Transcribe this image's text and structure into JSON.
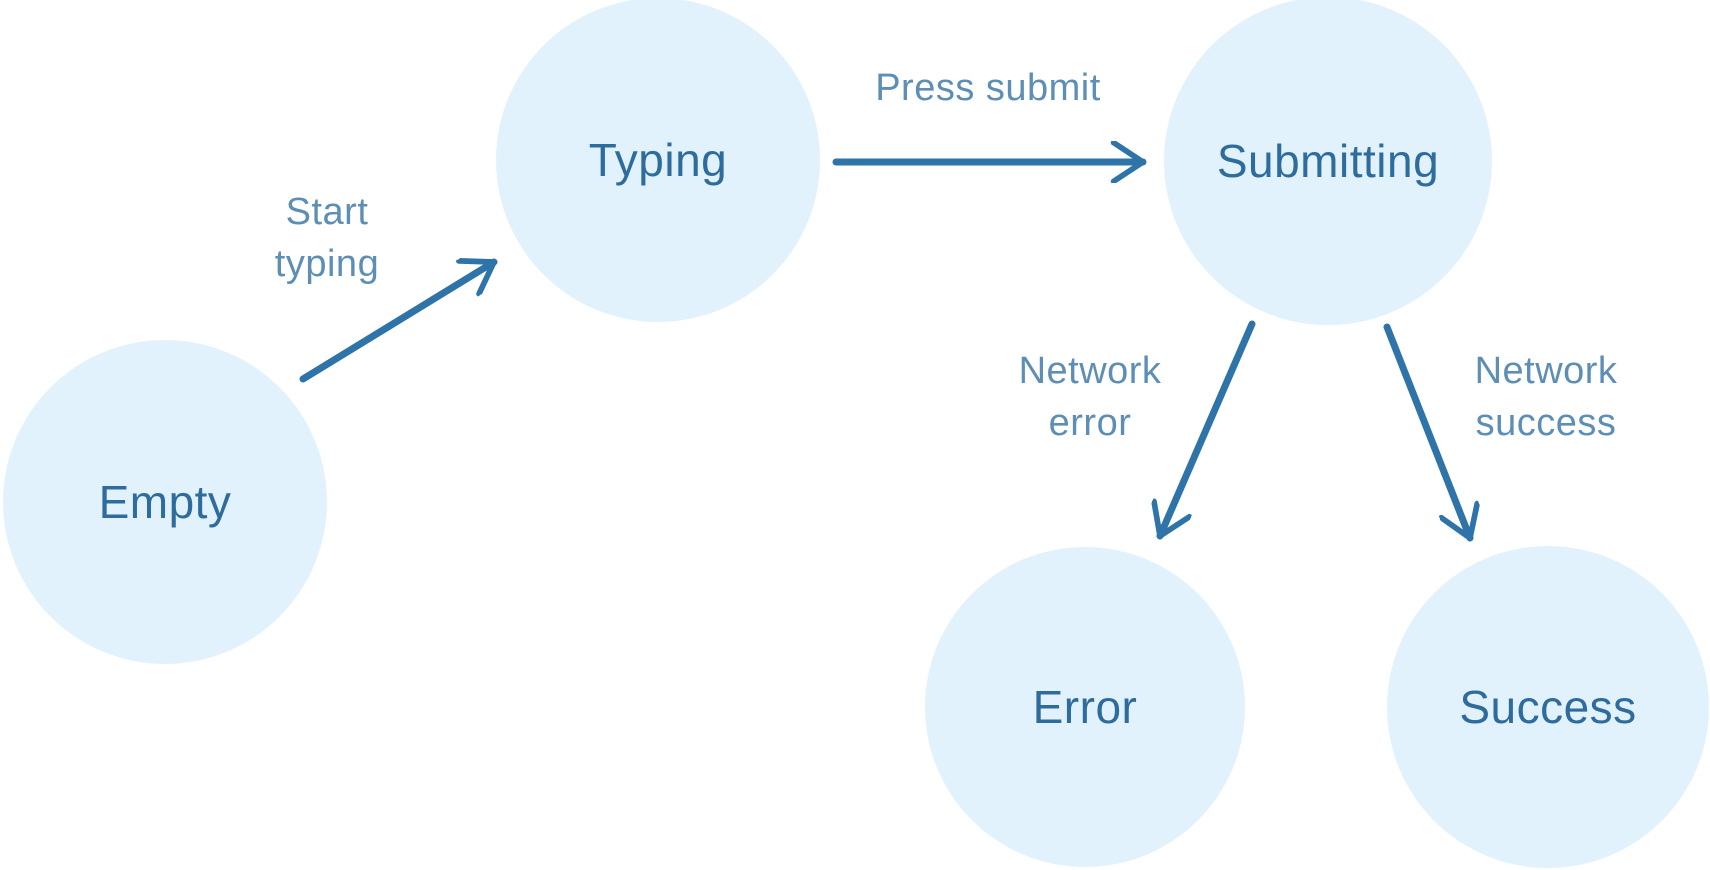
{
  "diagram_type": "state-machine",
  "colors": {
    "node_fill": "#e2f2fc",
    "node_text": "#2d6c9d",
    "arrow": "#2e74a8",
    "edge_label": "#3a76a5"
  },
  "nodes": [
    {
      "id": "empty",
      "label": "Empty"
    },
    {
      "id": "typing",
      "label": "Typing"
    },
    {
      "id": "submitting",
      "label": "Submitting"
    },
    {
      "id": "error",
      "label": "Error"
    },
    {
      "id": "success",
      "label": "Success"
    }
  ],
  "edges": [
    {
      "id": "start-typing",
      "from": "empty",
      "to": "typing",
      "label_lines": [
        "Start",
        "typing"
      ]
    },
    {
      "id": "press-submit",
      "from": "typing",
      "to": "submitting",
      "label_lines": [
        "Press submit"
      ]
    },
    {
      "id": "network-error",
      "from": "submitting",
      "to": "error",
      "label_lines": [
        "Network",
        "error"
      ]
    },
    {
      "id": "network-success",
      "from": "submitting",
      "to": "success",
      "label_lines": [
        "Network",
        "success"
      ]
    }
  ]
}
